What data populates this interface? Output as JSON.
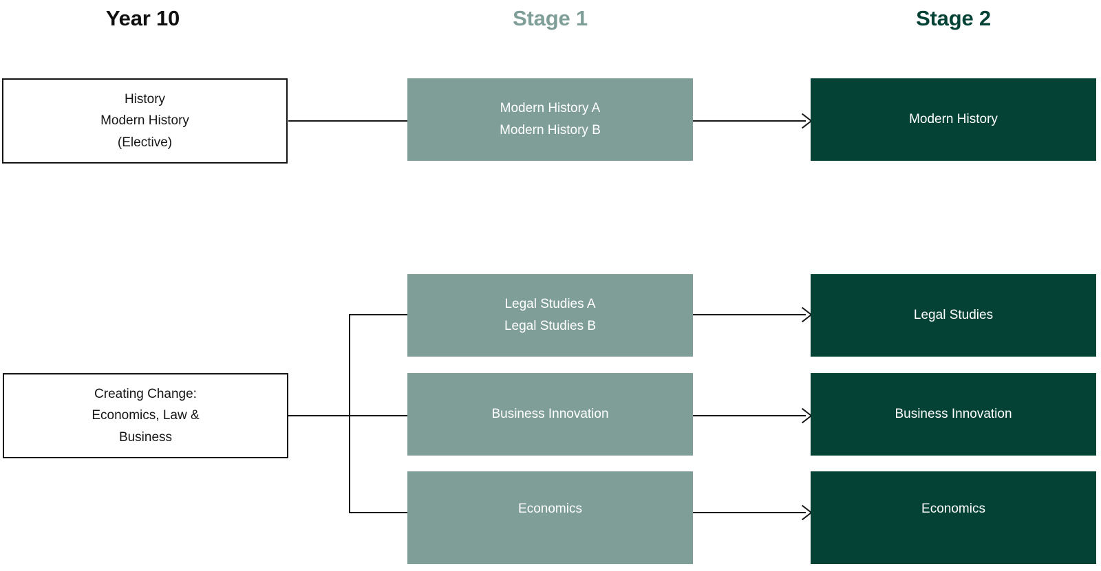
{
  "headers": [
    {
      "id": "year10",
      "label": "Year 10",
      "color": "#100f0f"
    },
    {
      "id": "stage1",
      "label": "Stage 1",
      "color": "#7f9e97"
    },
    {
      "id": "stage2",
      "label": "Stage 2",
      "color": "#054236"
    }
  ],
  "columns": {
    "year10": {
      "title": "Year 10"
    },
    "stage1": {
      "title": "Stage 1"
    },
    "stage2": {
      "title": "Stage 2"
    }
  },
  "nodes": {
    "year10_history": "History\nModern History\n(Elective)",
    "year10_creating_change": "Creating Change:\nEconomics, Law &\nBusiness",
    "stage1_modern_history": "Modern History A\nModern History B",
    "stage1_legal_studies": "Legal Studies A\nLegal Studies B",
    "stage1_business_innovation": "Business Innovation",
    "stage1_economics": "Economics",
    "stage2_modern_history": "Modern History",
    "stage2_legal_studies": "Legal Studies",
    "stage2_business_innovation": "Business Innovation",
    "stage2_economics": "Economics"
  },
  "colors": {
    "stage1_fill": "#7f9e97",
    "stage2_fill": "#054236",
    "year10_border": "#151515",
    "connector": "#171717",
    "background": "#ffffff",
    "node_text_light": "#ffffff",
    "node_text_dark": "#151515"
  },
  "flows": [
    {
      "from": "year10_history",
      "to": "stage1_modern_history",
      "arrow": false
    },
    {
      "from": "stage1_modern_history",
      "to": "stage2_modern_history",
      "arrow": true
    },
    {
      "from": "year10_creating_change",
      "to": "stage1_legal_studies",
      "arrow": false
    },
    {
      "from": "year10_creating_change",
      "to": "stage1_business_innovation",
      "arrow": false
    },
    {
      "from": "year10_creating_change",
      "to": "stage1_economics",
      "arrow": false
    },
    {
      "from": "stage1_legal_studies",
      "to": "stage2_legal_studies",
      "arrow": true
    },
    {
      "from": "stage1_business_innovation",
      "to": "stage2_business_innovation",
      "arrow": true
    },
    {
      "from": "stage1_economics",
      "to": "stage2_economics",
      "arrow": true
    }
  ]
}
